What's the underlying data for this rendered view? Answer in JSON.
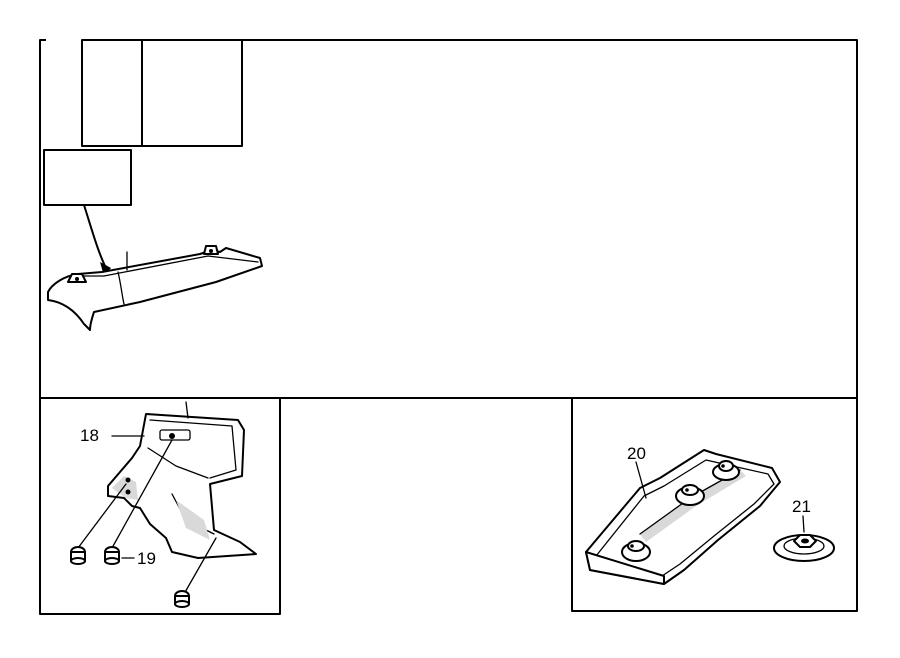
{
  "labels": {
    "part_18": "18",
    "part_19": "19",
    "part_20": "20",
    "part_21": "21"
  },
  "colors": {
    "line": "#000000",
    "background": "#ffffff",
    "shading": "#d9d9d9"
  }
}
